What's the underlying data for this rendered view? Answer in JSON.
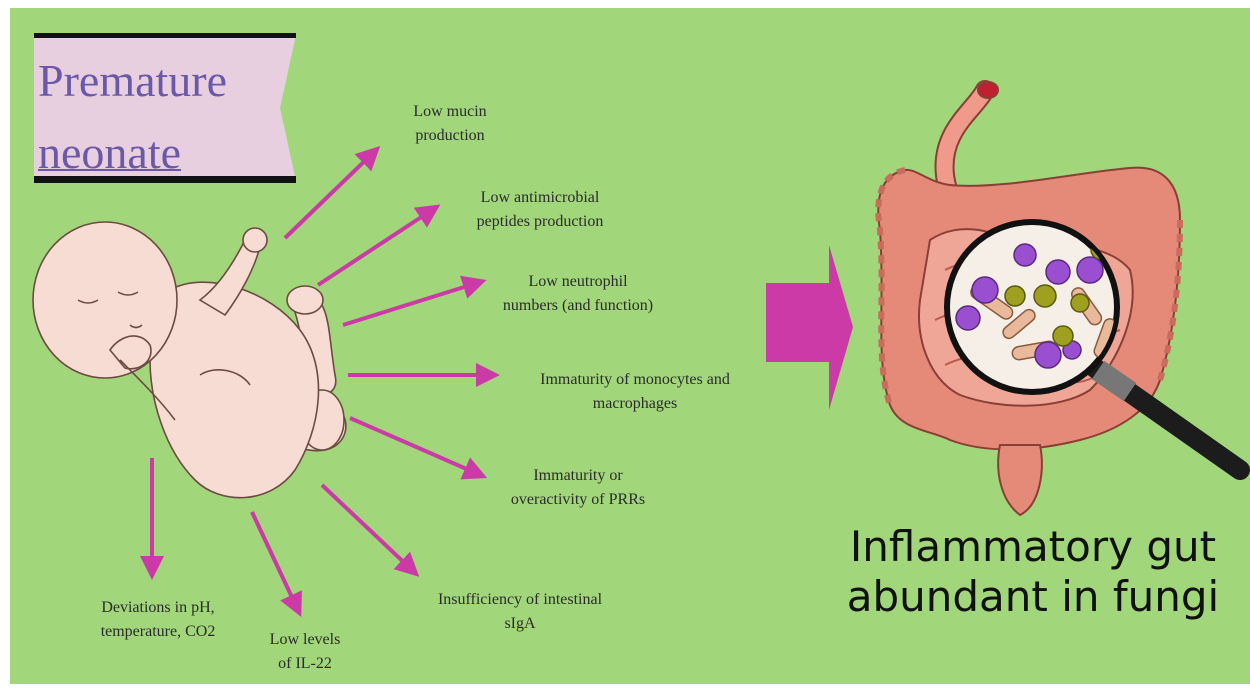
{
  "banner": {
    "line1": "Premature",
    "line2": "neonate"
  },
  "factors": [
    {
      "id": "mucin",
      "text": "Low mucin\nproduction"
    },
    {
      "id": "amp",
      "text": "Low antimicrobial\npeptides production"
    },
    {
      "id": "neutrophil",
      "text": "Low neutrophil\nnumbers (and function)"
    },
    {
      "id": "monocytes",
      "text": "Immaturity of monocytes and\nmacrophages"
    },
    {
      "id": "prr",
      "text": "Immaturity or\noveractivity of PRRs"
    },
    {
      "id": "siga",
      "text": "Insufficiency of intestinal\nsIgA"
    },
    {
      "id": "il22",
      "text": "Low levels\nof IL-22"
    },
    {
      "id": "ph",
      "text": "Deviations in pH,\ntemperature, CO2"
    }
  ],
  "result": {
    "title": "Inflammatory gut\nabundant in fungi"
  },
  "colors": {
    "background": "#a1d67a",
    "arrow": "#cc3aa8",
    "big_arrow": "#cc3aa8",
    "banner_fill": "#e8cfe0",
    "banner_text": "#6a58a8",
    "skin": "#f6dcd2",
    "intestine": "#e58a78"
  },
  "icons": [
    "neonate-illustration",
    "intestine-illustration",
    "magnifier-icon",
    "fungi-icon",
    "bacteria-icon"
  ]
}
